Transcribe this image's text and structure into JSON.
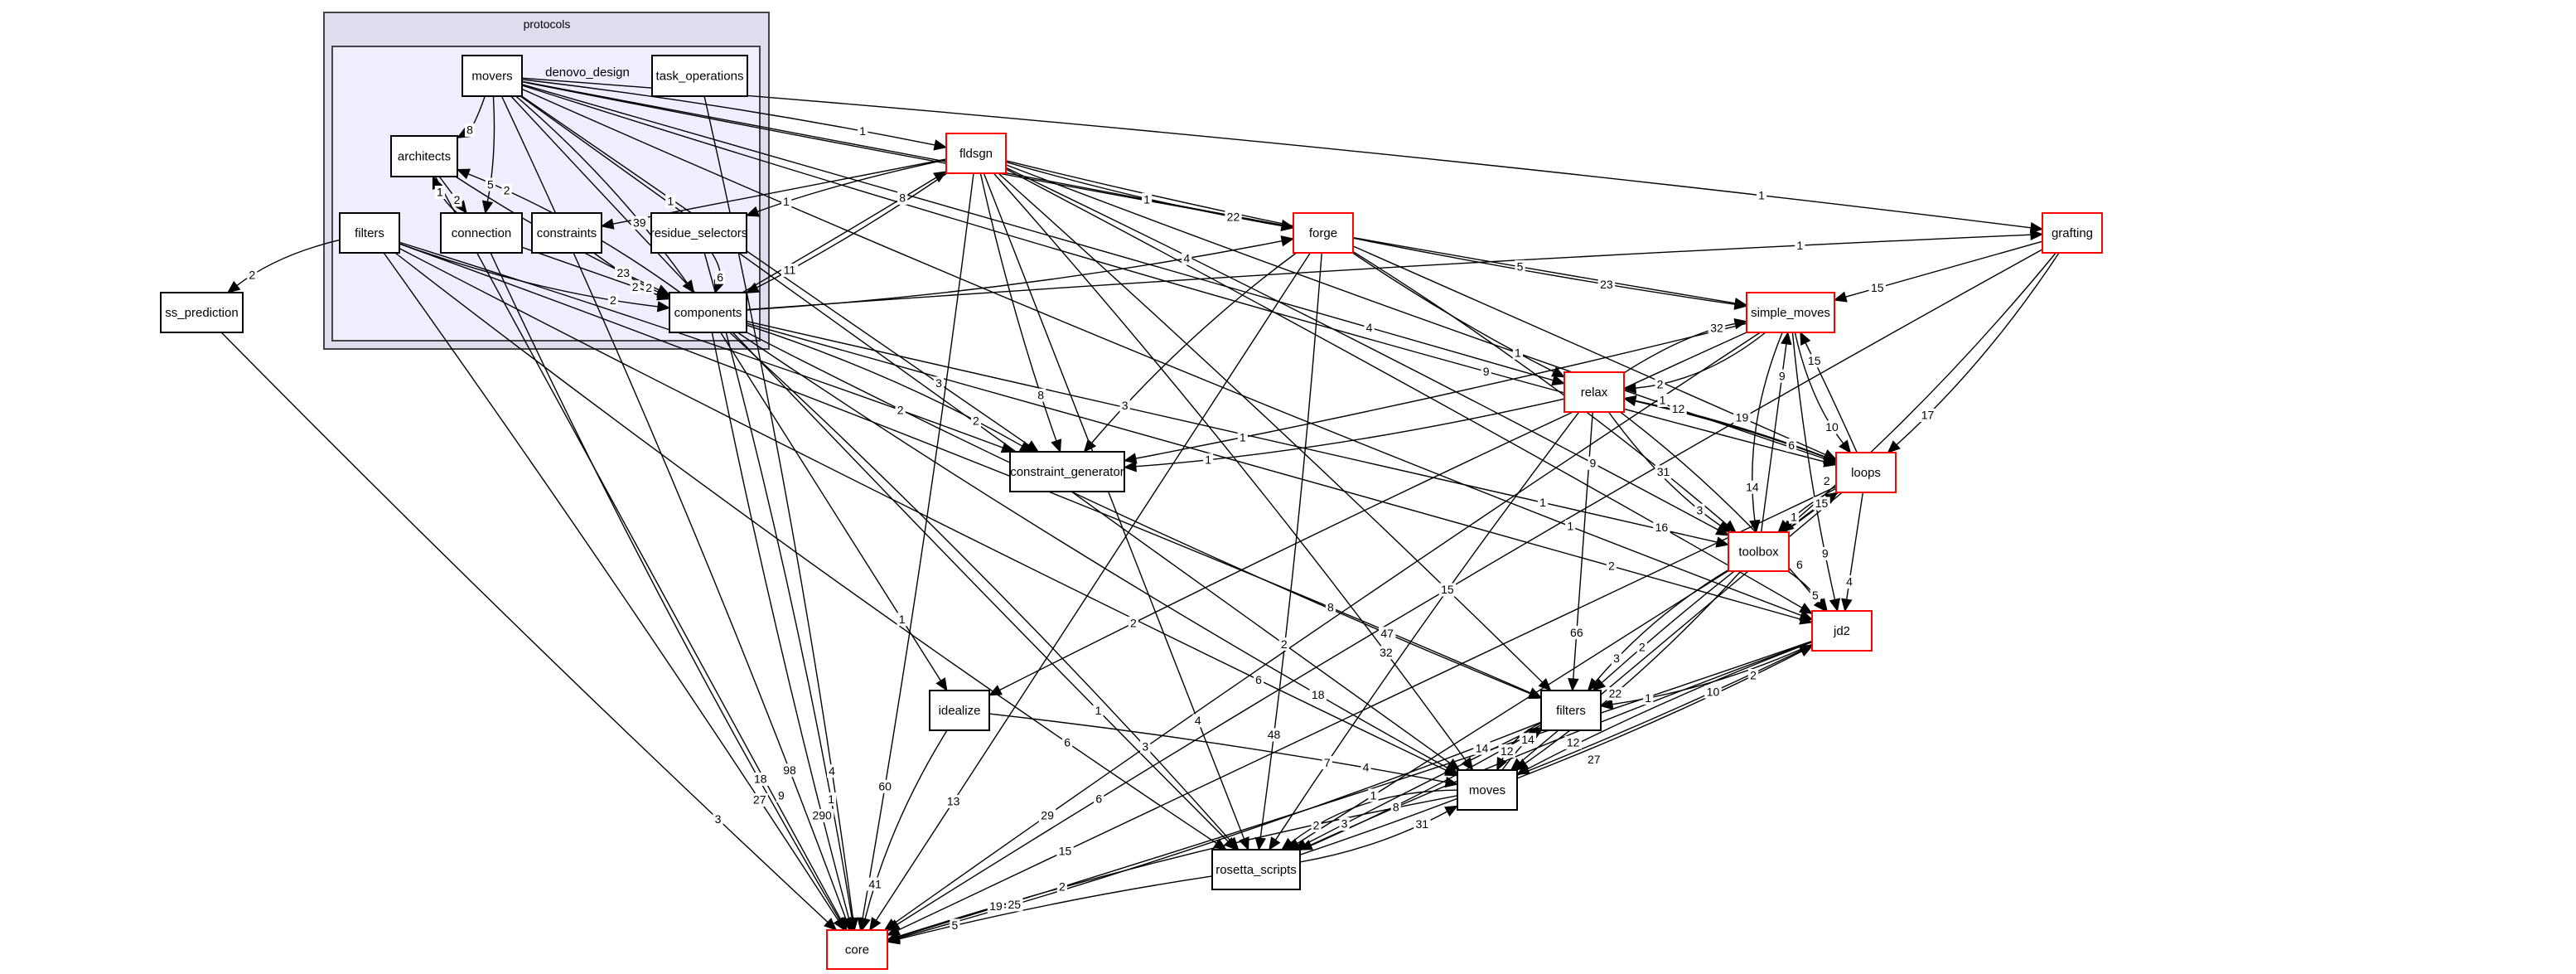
{
  "clusters": {
    "outer": {
      "label": "protocols"
    },
    "inner": {
      "label": "denovo_design"
    }
  },
  "colors": {
    "outer_fill": "#ddddee",
    "inner_fill": "#eeeeff",
    "node_border": "#000000",
    "external_node_border": "#ff0000"
  },
  "nodes": [
    {
      "id": "movers",
      "label": "movers",
      "kind": "plain"
    },
    {
      "id": "task_operations",
      "label": "task_operations",
      "kind": "plain"
    },
    {
      "id": "architects",
      "label": "architects",
      "kind": "plain"
    },
    {
      "id": "filters_dd",
      "label": "filters",
      "kind": "plain"
    },
    {
      "id": "connection",
      "label": "connection",
      "kind": "plain"
    },
    {
      "id": "constraints",
      "label": "constraints",
      "kind": "plain"
    },
    {
      "id": "residue_selectors",
      "label": "residue_selectors",
      "kind": "plain"
    },
    {
      "id": "components",
      "label": "components",
      "kind": "plain"
    },
    {
      "id": "ss_prediction",
      "label": "ss_prediction",
      "kind": "plain"
    },
    {
      "id": "fldsgn",
      "label": "fldsgn",
      "kind": "red"
    },
    {
      "id": "forge",
      "label": "forge",
      "kind": "red"
    },
    {
      "id": "grafting",
      "label": "grafting",
      "kind": "red"
    },
    {
      "id": "simple_moves",
      "label": "simple_moves",
      "kind": "red"
    },
    {
      "id": "relax",
      "label": "relax",
      "kind": "red"
    },
    {
      "id": "loops",
      "label": "loops",
      "kind": "red"
    },
    {
      "id": "toolbox",
      "label": "toolbox",
      "kind": "red"
    },
    {
      "id": "jd2",
      "label": "jd2",
      "kind": "red"
    },
    {
      "id": "constraint_generator",
      "label": "constraint_generator",
      "kind": "plain"
    },
    {
      "id": "idealize",
      "label": "idealize",
      "kind": "plain"
    },
    {
      "id": "filters",
      "label": "filters",
      "kind": "plain"
    },
    {
      "id": "moves",
      "label": "moves",
      "kind": "plain"
    },
    {
      "id": "rosetta_scripts",
      "label": "rosetta_scripts",
      "kind": "plain"
    },
    {
      "id": "core",
      "label": "core",
      "kind": "red"
    }
  ],
  "edges": [
    {
      "from": "movers",
      "to": "architects",
      "label": "8"
    },
    {
      "from": "movers",
      "to": "connection",
      "label": "5"
    },
    {
      "from": "architects",
      "to": "connection",
      "label": "2"
    },
    {
      "from": "connection",
      "to": "architects",
      "label": "1"
    },
    {
      "from": "components",
      "to": "architects",
      "label": "2"
    },
    {
      "from": "movers",
      "to": "components",
      "label": "39"
    },
    {
      "from": "architects",
      "to": "components",
      "label": "23"
    },
    {
      "from": "connection",
      "to": "components",
      "label": "2"
    },
    {
      "from": "constraints",
      "to": "components",
      "label": "2"
    },
    {
      "from": "filters_dd",
      "to": "components",
      "label": "2"
    },
    {
      "from": "residue_selectors",
      "to": "components",
      "label": "6"
    },
    {
      "from": "fldsgn",
      "to": "components",
      "label": "11"
    },
    {
      "from": "fldsgn",
      "to": "constraints",
      "label": "1"
    },
    {
      "from": "fldsgn",
      "to": "residue_selectors",
      "label": "1"
    },
    {
      "from": "filters_dd",
      "to": "ss_prediction",
      "label": "2"
    },
    {
      "from": "components",
      "to": "fldsgn",
      "label": "8"
    },
    {
      "from": "movers",
      "to": "fldsgn",
      "label": "1"
    },
    {
      "from": "movers",
      "to": "forge",
      "label": "1"
    },
    {
      "from": "fldsgn",
      "to": "forge",
      "label": "22"
    },
    {
      "from": "components",
      "to": "forge",
      "label": "4"
    },
    {
      "from": "movers",
      "to": "grafting",
      "label": "1"
    },
    {
      "from": "components",
      "to": "grafting",
      "label": "1"
    },
    {
      "from": "grafting",
      "to": "simple_moves",
      "label": "15"
    },
    {
      "from": "movers",
      "to": "simple_moves",
      "label": "5"
    },
    {
      "from": "fldsgn",
      "to": "simple_moves",
      "label": "23"
    },
    {
      "from": "relax",
      "to": "simple_moves",
      "label": "32"
    },
    {
      "from": "simple_moves",
      "to": "relax",
      "label": "2"
    },
    {
      "from": "movers",
      "to": "relax",
      "label": "4"
    },
    {
      "from": "forge",
      "to": "relax",
      "label": "1"
    },
    {
      "from": "simple_moves",
      "to": "loops",
      "label": "10"
    },
    {
      "from": "loops",
      "to": "simple_moves",
      "label": "15"
    },
    {
      "from": "relax",
      "to": "loops",
      "label": "6"
    },
    {
      "from": "forge",
      "to": "loops",
      "label": "19"
    },
    {
      "from": "fldsgn",
      "to": "loops",
      "label": "12"
    },
    {
      "from": "movers",
      "to": "loops",
      "label": "9"
    },
    {
      "from": "grafting",
      "to": "loops",
      "label": "17"
    },
    {
      "from": "loops",
      "to": "relax",
      "label": "1"
    },
    {
      "from": "toolbox",
      "to": "simple_moves",
      "label": "9"
    },
    {
      "from": "simple_moves",
      "to": "toolbox",
      "label": "14"
    },
    {
      "from": "relax",
      "to": "toolbox",
      "label": "3"
    },
    {
      "from": "forge",
      "to": "toolbox",
      "label": "31"
    },
    {
      "from": "fldsgn",
      "to": "toolbox",
      "label": "9"
    },
    {
      "from": "components",
      "to": "toolbox",
      "label": "1"
    },
    {
      "from": "loops",
      "to": "toolbox",
      "label": "1"
    },
    {
      "from": "toolbox",
      "to": "loops",
      "label": "15"
    },
    {
      "from": "grafting",
      "to": "toolbox",
      "label": "2"
    },
    {
      "from": "toolbox",
      "to": "jd2",
      "label": "5"
    },
    {
      "from": "loops",
      "to": "jd2",
      "label": "4"
    },
    {
      "from": "simple_moves",
      "to": "jd2",
      "label": "9"
    },
    {
      "from": "movers",
      "to": "jd2",
      "label": "1"
    },
    {
      "from": "relax",
      "to": "jd2",
      "label": "6"
    },
    {
      "from": "fldsgn",
      "to": "jd2",
      "label": "16"
    },
    {
      "from": "components",
      "to": "jd2",
      "label": "2"
    },
    {
      "from": "moves",
      "to": "jd2",
      "label": "2"
    },
    {
      "from": "rosetta_scripts",
      "to": "jd2",
      "label": "10"
    },
    {
      "from": "components",
      "to": "constraint_generator",
      "label": "2"
    },
    {
      "from": "filters_dd",
      "to": "constraint_generator",
      "label": "2"
    },
    {
      "from": "movers",
      "to": "constraint_generator",
      "label": "3"
    },
    {
      "from": "fldsgn",
      "to": "constraint_generator",
      "label": "8"
    },
    {
      "from": "forge",
      "to": "constraint_generator",
      "label": "3"
    },
    {
      "from": "relax",
      "to": "constraint_generator",
      "label": "1"
    },
    {
      "from": "simple_moves",
      "to": "constraint_generator",
      "label": "1"
    },
    {
      "from": "components",
      "to": "idealize",
      "label": "1"
    },
    {
      "from": "simple_moves",
      "to": "idealize",
      "label": "2"
    },
    {
      "from": "components",
      "to": "filters",
      "label": "47"
    },
    {
      "from": "filters_dd",
      "to": "filters",
      "label": "8"
    },
    {
      "from": "fldsgn",
      "to": "filters",
      "label": "15"
    },
    {
      "from": "relax",
      "to": "filters",
      "label": "66"
    },
    {
      "from": "loops",
      "to": "filters",
      "label": "2"
    },
    {
      "from": "toolbox",
      "to": "filters",
      "label": "3"
    },
    {
      "from": "jd2",
      "to": "filters",
      "label": "1"
    },
    {
      "from": "moves",
      "to": "filters",
      "label": "14"
    },
    {
      "from": "filters",
      "to": "moves",
      "label": "12"
    },
    {
      "from": "rosetta_scripts",
      "to": "filters",
      "label": "14"
    },
    {
      "from": "components",
      "to": "moves",
      "label": "18"
    },
    {
      "from": "fldsgn",
      "to": "moves",
      "label": "32"
    },
    {
      "from": "idealize",
      "to": "moves",
      "label": "4"
    },
    {
      "from": "movers",
      "to": "moves",
      "label": "2"
    },
    {
      "from": "filters_dd",
      "to": "moves",
      "label": "6"
    },
    {
      "from": "rosetta_scripts",
      "to": "moves",
      "label": "31"
    },
    {
      "from": "toolbox",
      "to": "moves",
      "label": "12"
    },
    {
      "from": "jd2",
      "to": "moves",
      "label": "27"
    },
    {
      "from": "loops",
      "to": "moves",
      "label": "22"
    },
    {
      "from": "movers",
      "to": "rosetta_scripts",
      "label": "1"
    },
    {
      "from": "filters_dd",
      "to": "rosetta_scripts",
      "label": "6"
    },
    {
      "from": "components",
      "to": "rosetta_scripts",
      "label": "3"
    },
    {
      "from": "forge",
      "to": "rosetta_scripts",
      "label": "48"
    },
    {
      "from": "fldsgn",
      "to": "rosetta_scripts",
      "label": "4"
    },
    {
      "from": "relax",
      "to": "rosetta_scripts",
      "label": "7"
    },
    {
      "from": "moves",
      "to": "rosetta_scripts",
      "label": "2"
    },
    {
      "from": "filters",
      "to": "rosetta_scripts",
      "label": "3"
    },
    {
      "from": "jd2",
      "to": "rosetta_scripts",
      "label": "8"
    },
    {
      "from": "toolbox",
      "to": "rosetta_scripts",
      "label": "1"
    },
    {
      "from": "components",
      "to": "core",
      "label": "290"
    },
    {
      "from": "idealize",
      "to": "core",
      "label": "41"
    },
    {
      "from": "movers",
      "to": "core",
      "label": "98"
    },
    {
      "from": "filters_dd",
      "to": "core",
      "label": "27"
    },
    {
      "from": "architects",
      "to": "core",
      "label": "18"
    },
    {
      "from": "ss_prediction",
      "to": "core",
      "label": "3"
    },
    {
      "from": "connection",
      "to": "core",
      "label": "9"
    },
    {
      "from": "residue_selectors",
      "to": "core",
      "label": "1"
    },
    {
      "from": "fldsgn",
      "to": "core",
      "label": "60"
    },
    {
      "from": "forge",
      "to": "core",
      "label": "13"
    },
    {
      "from": "rosetta_scripts",
      "to": "core",
      "label": "5"
    },
    {
      "from": "moves",
      "to": "core",
      "label": "19"
    },
    {
      "from": "filters",
      "to": "core",
      "label": "25"
    },
    {
      "from": "jd2",
      "to": "core",
      "label": "2"
    },
    {
      "from": "loops",
      "to": "core",
      "label": "15"
    },
    {
      "from": "simple_moves",
      "to": "core",
      "label": "29"
    },
    {
      "from": "grafting",
      "to": "core",
      "label": "6"
    },
    {
      "from": "task_operations",
      "to": "core",
      "label": "4"
    }
  ]
}
